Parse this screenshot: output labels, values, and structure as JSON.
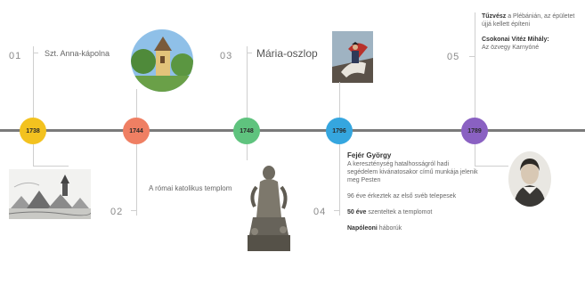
{
  "timeline": {
    "axis_color": "#7a7a7a",
    "nodes": [
      {
        "year": "1738",
        "color": "#f3c21f"
      },
      {
        "year": "1744",
        "color": "#ef7f63"
      },
      {
        "year": "1748",
        "color": "#5fc37e"
      },
      {
        "year": "1796",
        "color": "#35a6df"
      },
      {
        "year": "1789",
        "color": "#8a61c2"
      }
    ]
  },
  "events": {
    "e01": {
      "num": "01",
      "label": "Szt. Anna-kápolna"
    },
    "e02": {
      "num": "02",
      "label": "A római katolikus templom"
    },
    "e03": {
      "num": "03",
      "label": "Mária-oszlop"
    },
    "e04": {
      "num": "04",
      "p1_bold": "Fejér György",
      "p1_text": "A kereszténység hatalhosságról hadi segédelem kivánatosakor című munkája jelenik meg Pesten",
      "p2_text": "96 éve érkeztek az első svéb telepesek",
      "p3_bold": "50 éve",
      "p3_text": "szenteltek a templomot",
      "p4_bold": "Napóleoni",
      "p4_text": "háborúk"
    },
    "e05": {
      "num": "05",
      "p1_bold": "Tűzvész",
      "p1_text": "a Plébánián, az épületet újjá kellett építeni",
      "p2_bold": "Csokonai Vitéz Mihály:",
      "p2_text": "Az özvegy Karnyóné"
    }
  },
  "images": [
    {
      "name": "village-engraving-image"
    },
    {
      "name": "chapel-photo-image"
    },
    {
      "name": "mary-statue-image"
    },
    {
      "name": "napoleon-painting-image"
    },
    {
      "name": "csokonai-portrait-image"
    }
  ]
}
